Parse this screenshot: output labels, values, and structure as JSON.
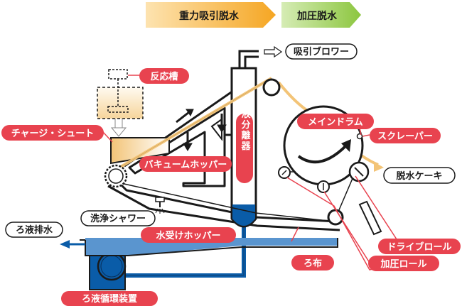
{
  "stages": {
    "gravity_suction": "重力吸引脱水",
    "press": "加圧脱水"
  },
  "labels": {
    "reaction_tank": "反応槽",
    "charge_chute": "チャージ・シュート",
    "vacuum_hopper": "バキュームホッパー",
    "gas_liquid_separator": "気液分離器",
    "suction_blower": "吸引ブロワー",
    "main_drum": "メインドラム",
    "scraper": "スクレーパー",
    "dewatered_cake": "脱水ケーキ",
    "filtrate_drain": "ろ液排水",
    "wash_shower": "洗浄シャワー",
    "water_hopper": "水受けホッパー",
    "filter_cloth": "ろ布",
    "drive_roll": "ドライブロール",
    "press_roll": "加圧ロール",
    "filtrate_circulation": "ろ液循環装置"
  },
  "colors": {
    "stage_orange": "#f5a623",
    "stage_green": "#8cc63f",
    "callout_red": "#e8434f",
    "water_blue": "#0a5ca8",
    "belt_tan": "#f3c477",
    "outline": "#1a1a1a"
  }
}
